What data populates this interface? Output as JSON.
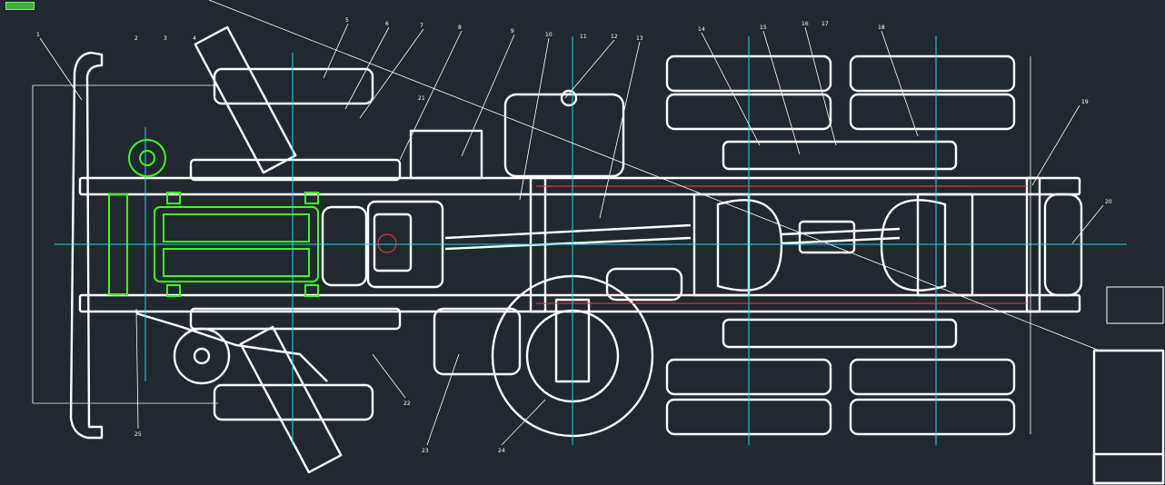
{
  "drawing": {
    "colors": {
      "background": "#212830",
      "outline": "#ffffff",
      "centerline": "#22d3e6",
      "engine": "#39ff14",
      "accent": "#ff3b3b",
      "tab": "#3fae3a"
    },
    "callouts": [
      "1",
      "2",
      "3",
      "4",
      "5",
      "6",
      "7",
      "8",
      "9",
      "10",
      "11",
      "12",
      "13",
      "14",
      "15",
      "16",
      "17",
      "18",
      "19",
      "20",
      "21",
      "22",
      "23",
      "24",
      "25"
    ]
  }
}
